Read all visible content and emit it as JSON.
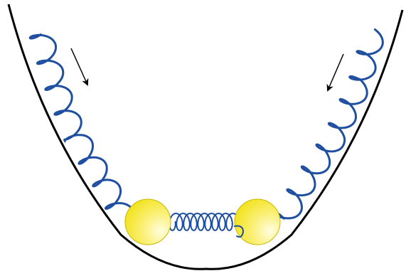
{
  "diagram": {
    "description_visible_text": "",
    "colors": {
      "background": "#ffffff",
      "well": "#000000",
      "spring": "#1f4fa0",
      "ball_fill_light": "#fffde0",
      "ball_fill_dark": "#f2e21a",
      "ball_stroke": "#c7b800",
      "arrow": "#000000"
    },
    "elements": {
      "potential_well": "parabolic-curve",
      "left_spring": "helical-coil",
      "right_spring": "helical-coil",
      "coupling_spring": "helical-coil",
      "left_ball": "sphere",
      "right_ball": "sphere",
      "left_arrow": "down-right-arrow",
      "right_arrow": "down-left-arrow"
    }
  }
}
